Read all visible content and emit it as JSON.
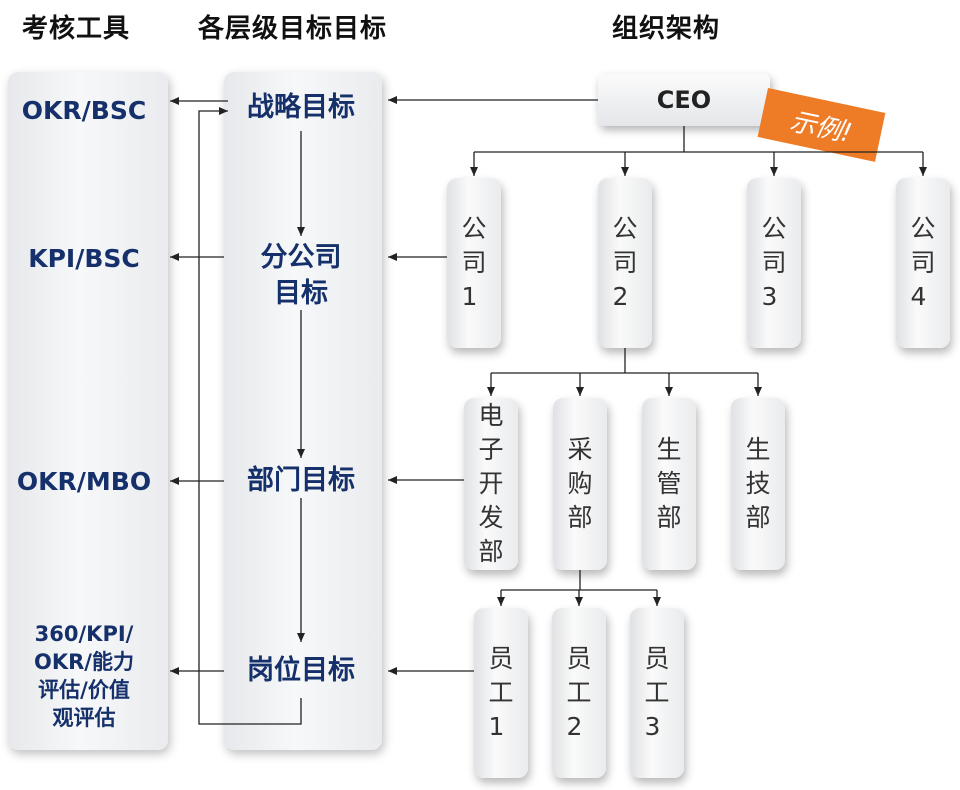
{
  "headers": {
    "tools": "考核工具",
    "levels": "各层级目标目标",
    "org": "组织架构"
  },
  "tools": [
    "OKR/BSC",
    "KPI/BSC",
    "OKR/MBO",
    "360/KPI/\nOKR/能力\n评估/价值\n观评估"
  ],
  "levels": [
    "战略目标",
    "分公司\n目标",
    "部门目标",
    "岗位目标"
  ],
  "org": {
    "ceo": "CEO",
    "badge": "示例!",
    "companies": [
      "公\n司\n1",
      "公\n司\n2",
      "公\n司\n3",
      "公\n司\n4"
    ],
    "departments": [
      "电\n子\n开\n发\n部",
      "采\n购\n部",
      "生\n管\n部",
      "生\n技\n部"
    ],
    "employees": [
      "员\n工\n1",
      "员\n工\n2",
      "员\n工\n3"
    ]
  },
  "colors": {
    "tool_text": "#15306a",
    "badge": "#ee7b25",
    "line": "#222222"
  }
}
